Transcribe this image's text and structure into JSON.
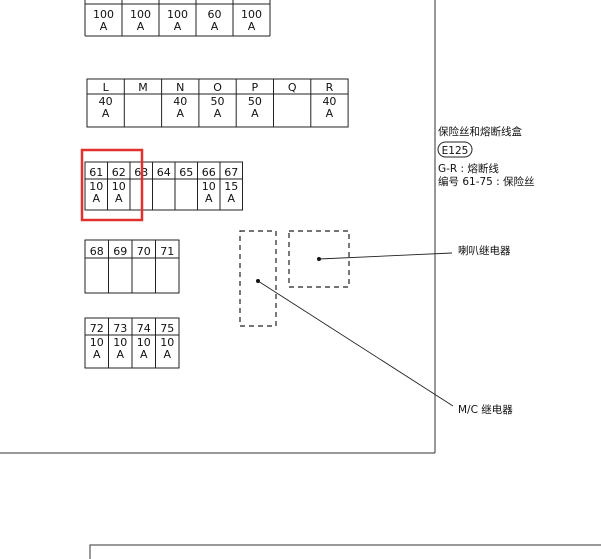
{
  "row_top": {
    "ratings": [
      "100\nA",
      "100\nA",
      "100\nA",
      "60\nA",
      "100\nA"
    ]
  },
  "row_lr": {
    "labels": [
      "L",
      "M",
      "N",
      "O",
      "P",
      "Q",
      "R"
    ],
    "ratings": [
      "40\nA",
      "",
      "40\nA",
      "50\nA",
      "50\nA",
      "",
      "40\nA"
    ]
  },
  "row_61_67": {
    "labels": [
      "61",
      "62",
      "63",
      "64",
      "65",
      "66",
      "67"
    ],
    "ratings": [
      "10\nA",
      "10\nA",
      "",
      "",
      "",
      "10\nA",
      "15\nA"
    ],
    "highlighted": [
      "61",
      "62"
    ],
    "highlight_color": "#e0312f"
  },
  "row_68_71": {
    "labels": [
      "68",
      "69",
      "70",
      "71"
    ],
    "ratings": [
      "",
      "",
      "",
      ""
    ]
  },
  "row_72_75": {
    "labels": [
      "72",
      "73",
      "74",
      "75"
    ],
    "ratings": [
      "10\nA",
      "10\nA",
      "10\nA",
      "10\nA"
    ]
  },
  "legend": {
    "title": "保险丝和熔断线盒",
    "connector": "E125",
    "line1": "G-R : 熔断线",
    "line2": "编号 61-75 : 保险丝"
  },
  "callouts": {
    "horn_relay": "喇叭继电器",
    "mc_relay": "M/C 继电器"
  }
}
